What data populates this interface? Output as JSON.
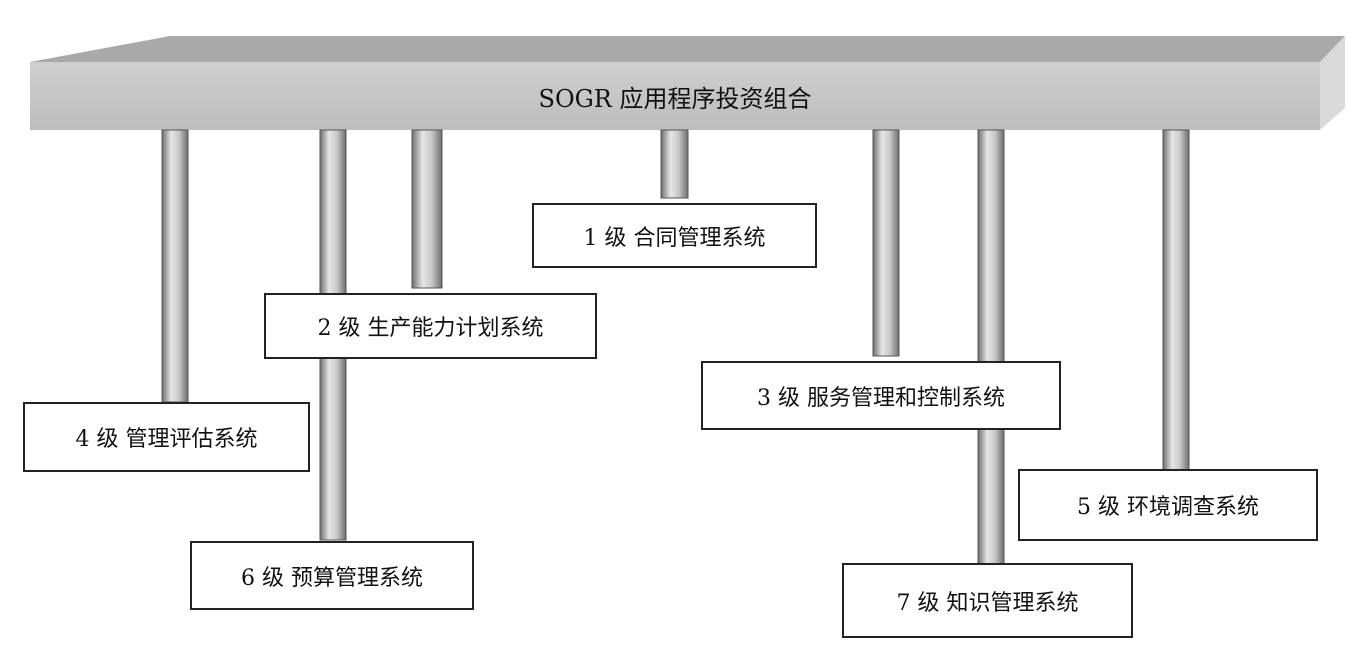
{
  "title": "SOGR 应用程序投资组合",
  "systems": [
    {
      "id": "sys-1",
      "label": "1 级  合同管理系统"
    },
    {
      "id": "sys-2",
      "label": "2 级  生产能力计划系统"
    },
    {
      "id": "sys-3",
      "label": "3 级  服务管理和控制系统"
    },
    {
      "id": "sys-4",
      "label": "4 级  管理评估系统"
    },
    {
      "id": "sys-5",
      "label": "5 级  环境调查系统"
    },
    {
      "id": "sys-6",
      "label": "6 级  预算管理系统"
    },
    {
      "id": "sys-7",
      "label": "7 级  知识管理系统"
    }
  ],
  "colors": {
    "beam_front": "#c4c4c4",
    "beam_top": "#a9a9a9",
    "beam_side": "#d9d9d9",
    "pillar_dark": "#6e6e6e",
    "pillar_light": "#dcdcdc",
    "border": "#222222"
  }
}
